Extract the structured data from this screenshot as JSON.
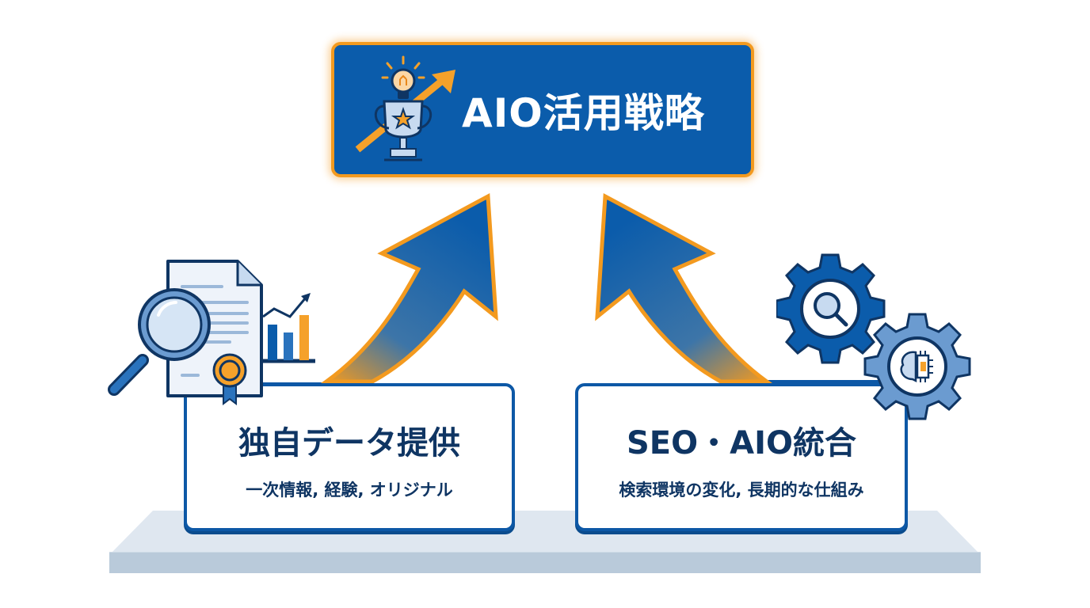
{
  "header": {
    "title": "AIO活用戦略",
    "icon": "trophy-lightbulb-growth-icon"
  },
  "pillars": [
    {
      "title": "独自データ提供",
      "subtitle": "一次情報, 経験, オリジナル",
      "icon": "document-magnifier-chart-badge-icon"
    },
    {
      "title": "SEO・AIO統合",
      "subtitle": "検索環境の変化, 長期的な仕組み",
      "icon": "gears-search-ai-icon"
    }
  ],
  "colors": {
    "primary_blue": "#0b5cab",
    "dark_text": "#0f3563",
    "accent_orange": "#f39a1f",
    "platform_light": "#dfe7f0",
    "platform_dark": "#b9cada"
  }
}
